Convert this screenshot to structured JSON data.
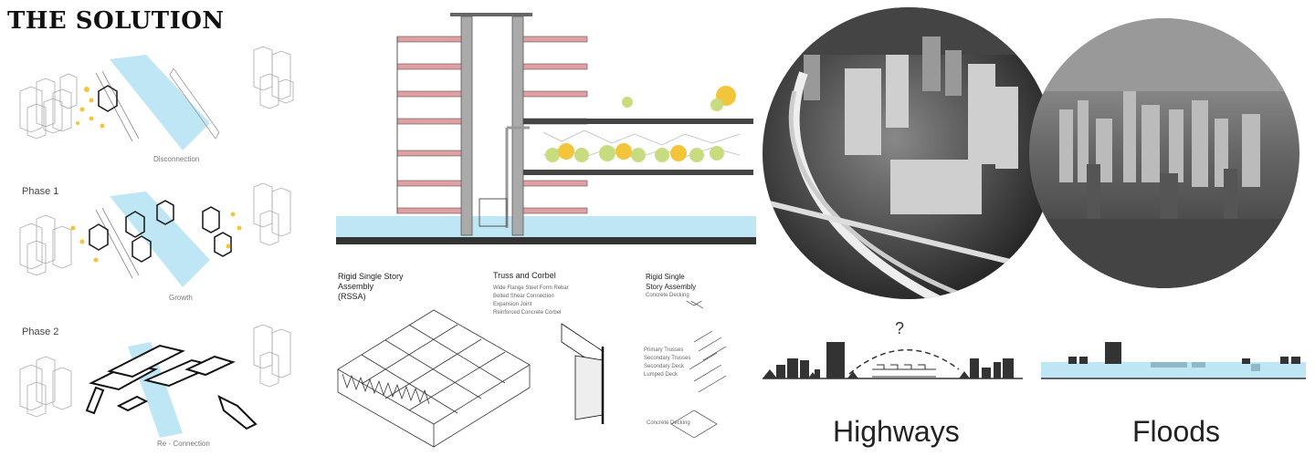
{
  "header": {
    "title": "THE SOLUTION"
  },
  "phases": {
    "phase1_label": "Phase 1",
    "phase2_label": "Phase 2",
    "caption_disconnection": "Disconnection",
    "caption_growth": "Growth",
    "caption_reconnection": "Re - Connection"
  },
  "assembly": {
    "rssa_title": "Rigid Single Story\nAssembly\n(RSSA)",
    "truss_title": "Truss and Corbel",
    "truss_notes": [
      "Wide Flange Steel Form Rebar",
      "Bolted Shear Connection",
      "Expansion Joint",
      "Reinforced Concrete Corbel"
    ],
    "right_title": "Rigid Single\nStory Assembly",
    "right_top_label": "Concrete Decking",
    "right_notes": [
      "Primary Trusses",
      "Secondary Trusses",
      "Secondary Deck",
      "Lumped Deck"
    ],
    "right_bottom_label": "Concrete Decking"
  },
  "comparison": {
    "question_mark": "?",
    "left_label": "Highways",
    "right_label": "Floods"
  },
  "colors": {
    "water": "#bfe6f5",
    "floor": "#e0a0a3",
    "tree_yellow": "#f2c53a",
    "tree_green": "#c7dc7f",
    "dark": "#333333"
  }
}
